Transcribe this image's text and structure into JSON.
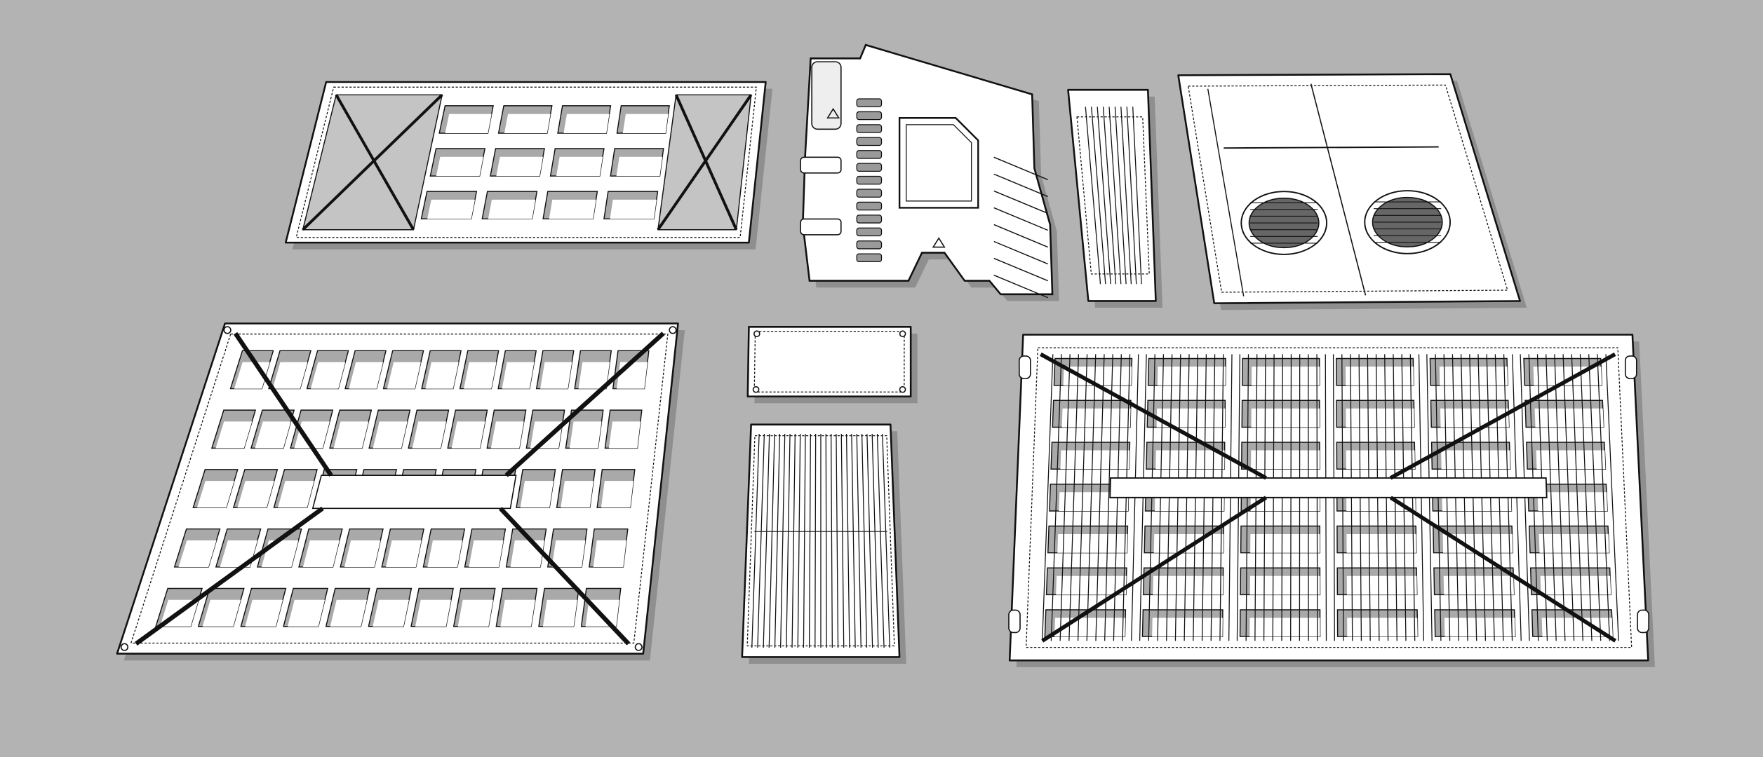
{
  "scene": {
    "background_color": "#b3b3b3",
    "panel_fill": "#ffffff",
    "edge_color": "#111111",
    "shadow_color": "#8f8f8f",
    "objects": [
      {
        "id": "frame-panel-top-left",
        "type": "truss frame with cross braces"
      },
      {
        "id": "armor-piece-top-middle",
        "type": "mechanical armor plate"
      },
      {
        "id": "vent-panel-narrow",
        "type": "vent grille"
      },
      {
        "id": "fan-panel-top-right",
        "type": "panel with two round mesh vents"
      },
      {
        "id": "grid-panel-bottom-left",
        "type": "ribbed grid frame"
      },
      {
        "id": "small-plate",
        "type": "plate with four screws"
      },
      {
        "id": "slat-panel",
        "type": "vertical slat panel"
      },
      {
        "id": "grid-panel-bottom-right",
        "type": "grid frame with cross braces"
      }
    ]
  }
}
